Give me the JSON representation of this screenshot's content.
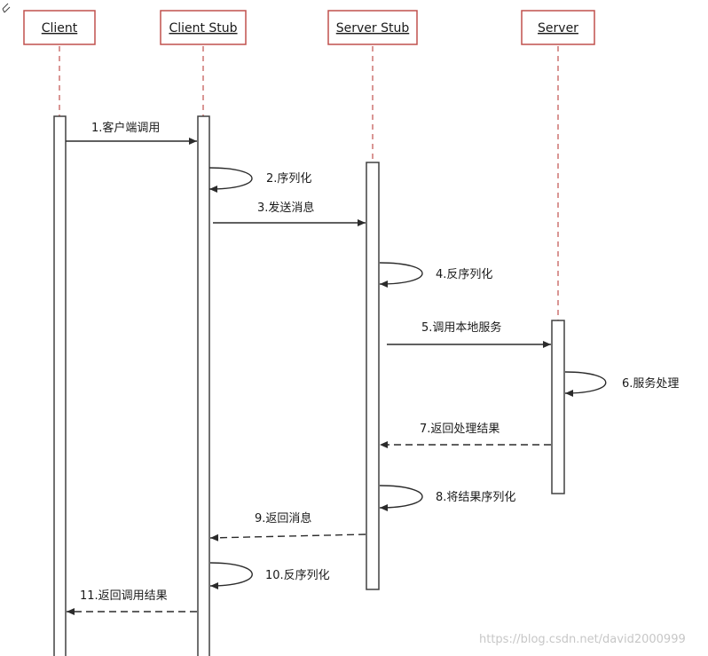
{
  "actors": [
    {
      "id": "client",
      "label": "Client"
    },
    {
      "id": "client_stub",
      "label": "Client Stub"
    },
    {
      "id": "server_stub",
      "label": "Server Stub"
    },
    {
      "id": "server",
      "label": "Server"
    }
  ],
  "messages": [
    {
      "label": "1.客户端调用"
    },
    {
      "label": "2.序列化"
    },
    {
      "label": "3.发送消息"
    },
    {
      "label": "4.反序列化"
    },
    {
      "label": "5.调用本地服务"
    },
    {
      "label": "6.服务处理"
    },
    {
      "label": "7.返回处理结果"
    },
    {
      "label": "8.将结果序列化"
    },
    {
      "label": "9.返回消息"
    },
    {
      "label": "10.反序列化"
    },
    {
      "label": "11.返回调用结果"
    }
  ],
  "watermark": "https://blog.csdn.net/david2000999",
  "colors": {
    "actor_border": "#c0504d",
    "lifeline": "#c0504d",
    "activation_border": "#404040",
    "arrow": "#2b2b2b",
    "watermark": "#c7c7c7"
  }
}
